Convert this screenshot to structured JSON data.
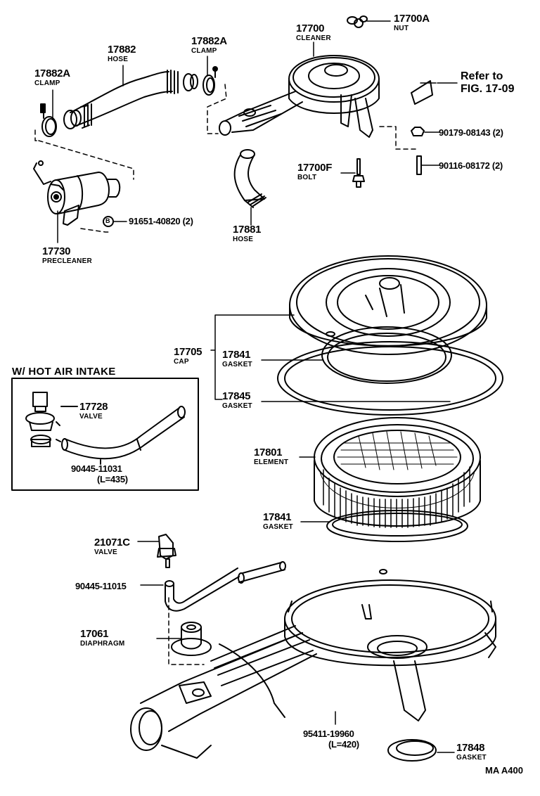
{
  "diagram": {
    "type": "exploded-parts-diagram",
    "subject": "Air cleaner assembly",
    "figure_code": "MA  A400"
  },
  "parts": {
    "clamp_left": {
      "number": "17882A",
      "name": "CLAMP"
    },
    "hose_17882": {
      "number": "17882",
      "name": "HOSE"
    },
    "clamp_right": {
      "number": "17882A",
      "name": "CLAMP"
    },
    "cleaner": {
      "number": "17700",
      "name": "CLEANER"
    },
    "nut": {
      "number": "17700A",
      "name": "NUT"
    },
    "refer": {
      "line1": "Refer to",
      "line2": "FIG. 17-09"
    },
    "nut_90179": {
      "number": "90179-08143 (2)"
    },
    "stud_90116": {
      "number": "90116-08172 (2)"
    },
    "bolt": {
      "number": "17700F",
      "name": "BOLT"
    },
    "hose_17881": {
      "number": "17881",
      "name": "HOSE"
    },
    "precleaner": {
      "number": "17730",
      "name": "PRECLEANER"
    },
    "bolt_b": {
      "marker": "B",
      "number": "91651-40820 (2)"
    },
    "cap": {
      "number": "17705",
      "name": "CAP"
    },
    "gasket_17841_top": {
      "number": "17841",
      "name": "GASKET"
    },
    "gasket_17845": {
      "number": "17845",
      "name": "GASKET"
    },
    "element": {
      "number": "17801",
      "name": "ELEMENT"
    },
    "gasket_17841_bottom": {
      "number": "17841",
      "name": "GASKET"
    },
    "valve_21071c": {
      "number": "21071C",
      "name": "VALVE"
    },
    "hose_90445_11015": {
      "number": "90445-11015"
    },
    "diaphragm": {
      "number": "17061",
      "name": "DIAPHRAGM"
    },
    "hose_95411": {
      "number": "95411-19960",
      "length": "(L=420)"
    },
    "gasket_17848": {
      "number": "17848",
      "name": "GASKET"
    }
  },
  "inset": {
    "title": "W/ HOT AIR INTAKE",
    "valve": {
      "number": "17728",
      "name": "VALVE"
    },
    "hose": {
      "number": "90445-11031",
      "length": "(L=435)"
    }
  }
}
